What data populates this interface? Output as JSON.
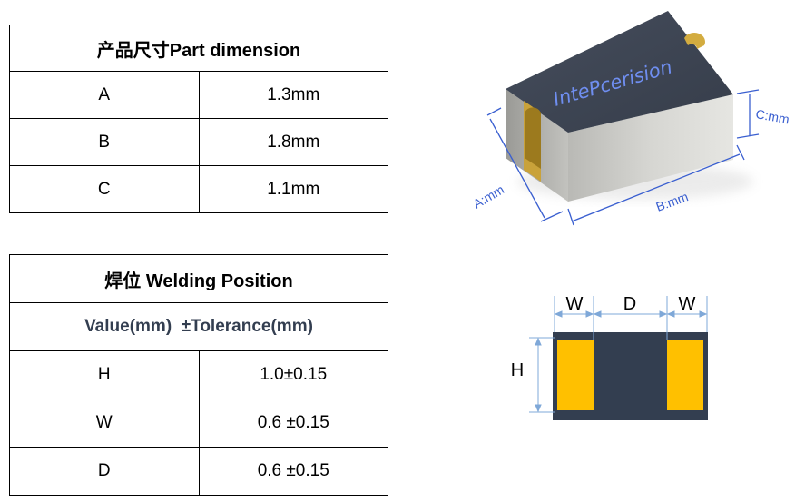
{
  "dimension_table": {
    "title": "产品尺寸Part dimension",
    "rows": [
      {
        "label": "A",
        "value": "1.3mm"
      },
      {
        "label": "B",
        "value": "1.8mm"
      },
      {
        "label": "C",
        "value": "1.1mm"
      }
    ]
  },
  "welding_table": {
    "title": "焊位 Welding Position",
    "subtitle": "Value(mm)  ±Tolerance(mm)",
    "rows": [
      {
        "label": "H",
        "value": "1.0±0.15"
      },
      {
        "label": "W",
        "value": "0.6 ±0.15"
      },
      {
        "label": "D",
        "value": "0.6 ±0.15"
      }
    ]
  },
  "component_3d": {
    "brand_text": "IntePcerision",
    "dim_a_label": "A:mm",
    "dim_b_label": "B:mm",
    "dim_c_label": "C:mm"
  },
  "footprint": {
    "w_left_label": "W",
    "d_label": "D",
    "w_right_label": "W",
    "h_label": "H"
  },
  "colors": {
    "pad": "#ffc000",
    "body_dark": "#333e50",
    "dimension_line": "#3a5fd0",
    "brand_text": "#6f8ef0"
  }
}
